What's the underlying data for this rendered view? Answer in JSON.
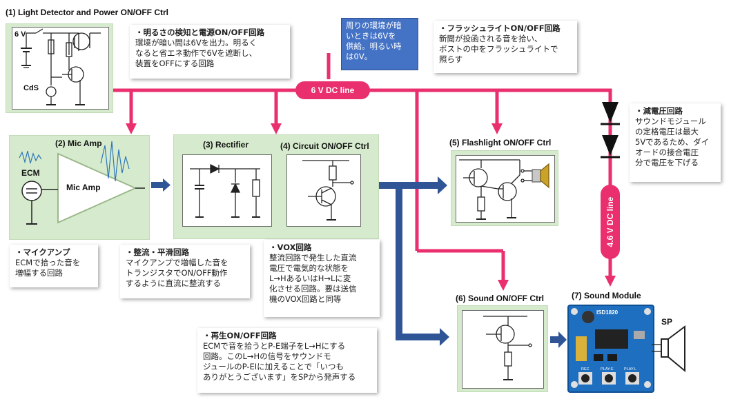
{
  "blocks": {
    "b1": {
      "title": "(1) Light Detector and Power ON/OFF Ctrl",
      "v6": "6 V",
      "cds": "CdS"
    },
    "b2": {
      "title": "(2) Mic Amp",
      "ecm": "ECM",
      "amp": "Mic Amp"
    },
    "b3": {
      "title": "(3) Rectifier"
    },
    "b4": {
      "title": "(4) Circuit ON/OFF Ctrl"
    },
    "b5": {
      "title": "(5) Flashlight ON/OFF Ctrl"
    },
    "b6": {
      "title": "(6) Sound ON/OFF Ctrl"
    },
    "b7": {
      "title": "(7) Sound Module",
      "chip": "ISD1820",
      "sp": "SP",
      "rec": "REC",
      "play_e": "PLAY-E",
      "play_l": "PLAY-L"
    }
  },
  "lines": {
    "dc6": "6 V DC line",
    "dc46": "4.6 V DC line"
  },
  "callout": {
    "lines": [
      "周りの環境が暗",
      "いときは6Vを",
      "供給。明るい時",
      "は0V。"
    ]
  },
  "notes": {
    "n1": {
      "head": "・明るさの検知と電源ON/OFF回路",
      "lines": [
        "環境が暗い間は6Vを出力。明るく",
        "なると省エネ動作で6Vを遮断し、",
        "装置をOFFにする回路"
      ]
    },
    "n2": {
      "head": "・マイクアンプ",
      "lines": [
        "ECMで拾った音を",
        "増幅する回路"
      ]
    },
    "n3": {
      "head": "・整流・平滑回路",
      "lines": [
        "マイクアンプで増幅した音を",
        "トランジスタでON/OFF動作",
        "するように直流に整流する"
      ]
    },
    "n4": {
      "head": "・VOX回路",
      "lines": [
        "整流回路で発生した直流",
        "電圧で電気的な状態を",
        "L→HあるいはH→Lに変",
        "化させる回路。要は送信",
        "機のVOX回路と同等"
      ]
    },
    "n5": {
      "head": "・フラッシュライトON/OFF回路",
      "lines": [
        "新聞が投函される音を拾い、",
        "ポストの中をフラッシュライトで",
        "照らす"
      ]
    },
    "n6": {
      "head": "・減電圧回路",
      "lines": [
        "サウンドモジュール",
        "の定格電圧は最大",
        "5Vであるため、ダイ",
        "オードの接合電圧",
        "分で電圧を下げる"
      ]
    },
    "n7": {
      "head": "・再生ON/OFF回路",
      "lines": [
        "ECMで音を拾うとP-E端子をL→Hにする",
        "回路。このL→Hの信号をサウンドモ",
        "ジュールのP-EIに加えることで「いつも",
        "ありがとうございます」をSPから発声する"
      ]
    }
  },
  "colors": {
    "power_line": "#ea2f6e",
    "signal_arrow": "#2f5597",
    "block_fill": "#d6ebcd",
    "callout_fill": "#4472c4"
  }
}
